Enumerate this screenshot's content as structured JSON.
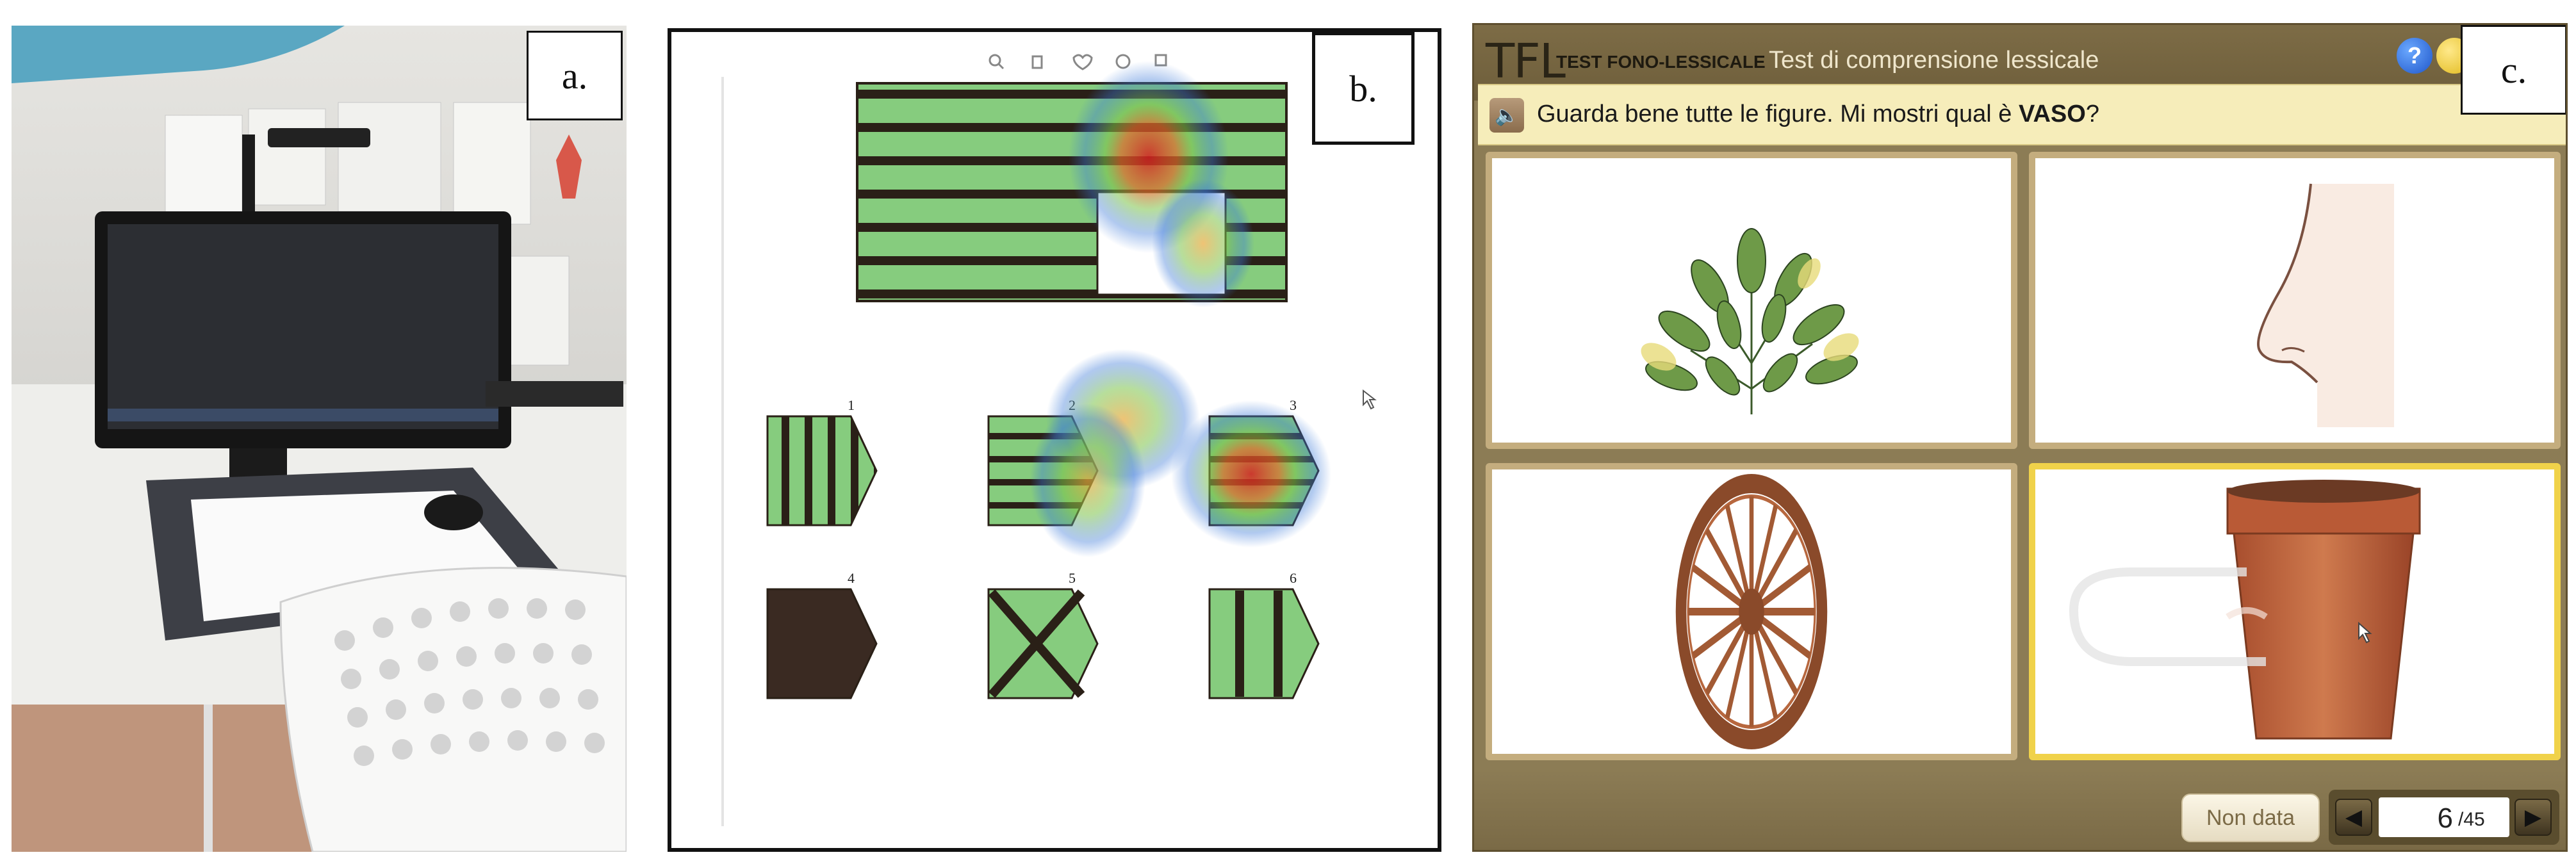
{
  "figure": {
    "label_a": "a.",
    "label_b": "b.",
    "label_c": "c."
  },
  "panel_b": {
    "choice_numbers": [
      "1",
      "2",
      "3",
      "4",
      "5",
      "6"
    ]
  },
  "tfl": {
    "logo": "TFL",
    "brand": "TEST FONO-LESSICALE",
    "title": "Test di comprensione lessicale",
    "help_label": "?",
    "instruction_text": "Guarda bene tutte le figure. Mi mostri qual è ",
    "instruction_word": "VASO",
    "instruction_end": "?",
    "non_data_button": "Non data",
    "page_current": "6",
    "page_total": "/45",
    "cards": [
      {
        "name": "plant"
      },
      {
        "name": "nose"
      },
      {
        "name": "wheel"
      },
      {
        "name": "vase",
        "selected": true
      }
    ],
    "colors": {
      "accent": "#f0d24a",
      "frame": "#8c7c55",
      "instruction_bg": "#f6edba"
    }
  }
}
